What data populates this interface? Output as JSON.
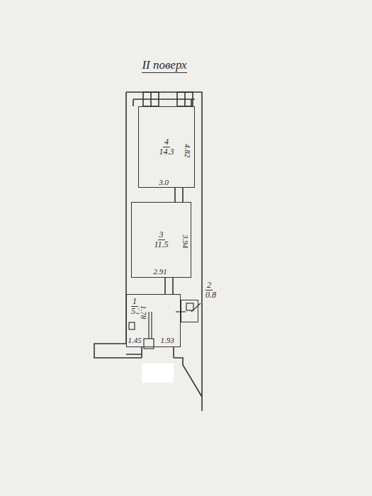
{
  "diagram": {
    "title": "II поверх",
    "nodes": [
      {
        "text": [
          "4",
          "14.3"
        ]
      },
      {
        "text": [
          "3",
          "11.5"
        ]
      },
      {
        "text": [
          "1",
          "5.3"
        ]
      },
      {
        "text": [
          "2",
          "0.8"
        ]
      }
    ],
    "labels": [
      "4.82",
      "3.0",
      "3.94",
      "2.91",
      "1.78",
      "1.45",
      "1.93"
    ]
  }
}
